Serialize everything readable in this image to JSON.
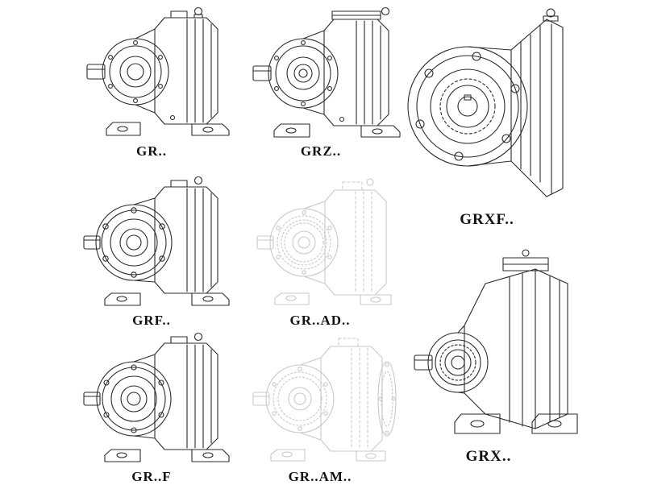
{
  "colors": {
    "line": "#2b2b2b",
    "ghost_line": "#c9c9c9",
    "label": "#111111",
    "background": "#ffffff"
  },
  "catalog": {
    "description": "helical gear reducer model lineup line drawings",
    "items": [
      {
        "id": "gr",
        "label": "GR..",
        "render": "solid"
      },
      {
        "id": "grz",
        "label": "GRZ..",
        "render": "solid"
      },
      {
        "id": "grxf",
        "label": "GRXF..",
        "render": "solid"
      },
      {
        "id": "grf",
        "label": "GRF..",
        "render": "solid"
      },
      {
        "id": "gr-ad",
        "label": "GR..AD..",
        "render": "ghost"
      },
      {
        "id": "gr-f",
        "label": "GR..F",
        "render": "solid"
      },
      {
        "id": "gr-am",
        "label": "GR..AM..",
        "render": "ghost"
      },
      {
        "id": "grx",
        "label": "GRX..",
        "render": "solid"
      }
    ]
  }
}
